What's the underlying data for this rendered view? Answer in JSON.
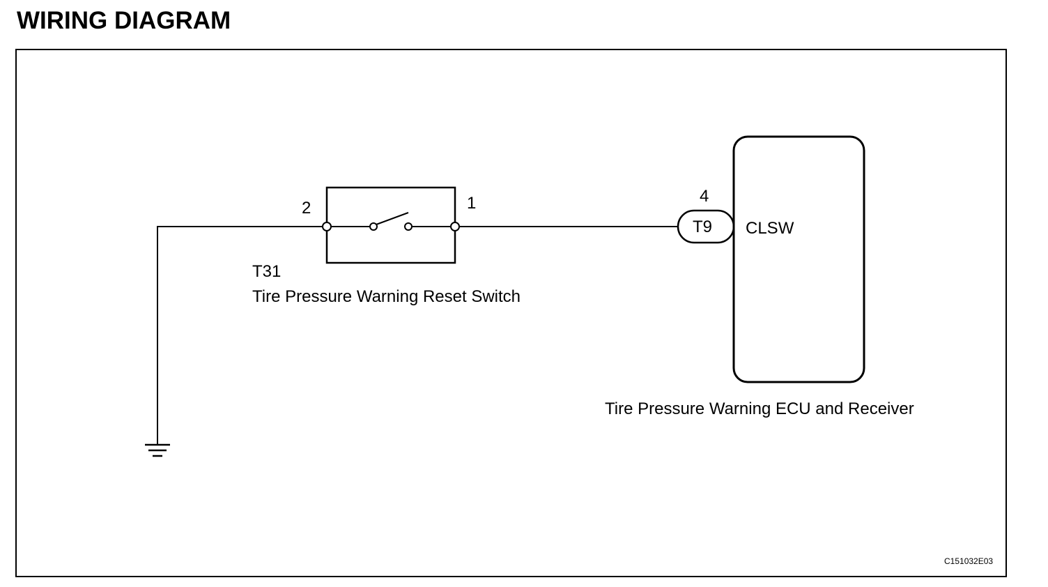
{
  "title": "WIRING DIAGRAM",
  "switch": {
    "connector": "T31",
    "name": "Tire Pressure Warning Reset Switch",
    "pin_left": "2",
    "pin_right": "1"
  },
  "ecu": {
    "connector": "T9",
    "pin": "4",
    "terminal": "CLSW",
    "name": "Tire Pressure Warning ECU and Receiver"
  },
  "ground_symbol": "ground-icon",
  "figure_code": "C151032E03"
}
